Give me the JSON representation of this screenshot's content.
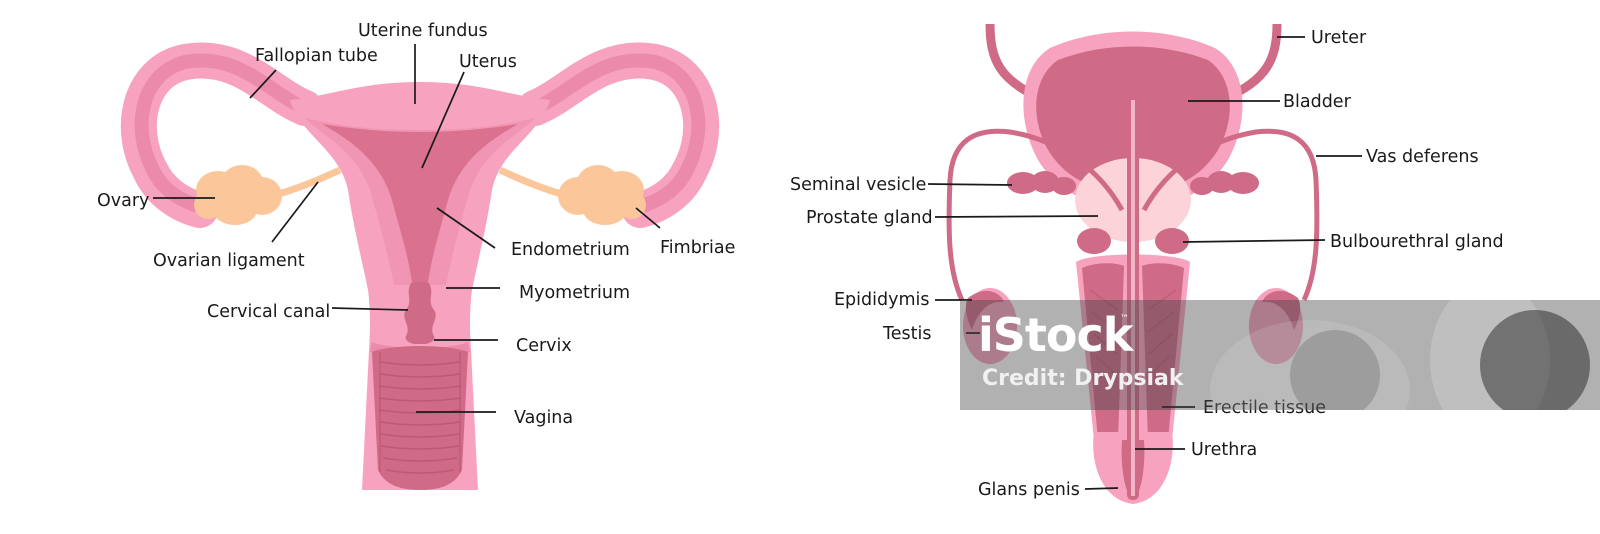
{
  "female": {
    "labels": {
      "uterine_fundus": "Uterine fundus",
      "fallopian_tube": "Fallopian tube",
      "uterus": "Uterus",
      "ovary": "Ovary",
      "ovarian_ligament": "Ovarian ligament",
      "endometrium": "Endometrium",
      "fimbriae": "Fimbriae",
      "myometrium": "Myometrium",
      "cervical_canal": "Cervical canal",
      "cervix": "Cervix",
      "vagina": "Vagina"
    }
  },
  "male": {
    "labels": {
      "ureter": "Ureter",
      "bladder": "Bladder",
      "vas_deferens": "Vas deferens",
      "seminal_vesicle": "Seminal vesicle",
      "prostate_gland": "Prostate gland",
      "bulbourethral_gland": "Bulbourethral gland",
      "epididymis": "Epididymis",
      "testis": "Testis",
      "erectile_tissue": "Erectile tissue",
      "urethra": "Urethra",
      "glans_penis": "Glans penis"
    }
  },
  "watermark": {
    "brand": "iStock",
    "trademark": "™",
    "credit": "Credit: Drypsiak"
  },
  "colors": {
    "light_pink": "#f7a3bf",
    "mid_pink": "#ec8aac",
    "deep_rose": "#cf6a87",
    "dark_rose": "#b85373",
    "ovary_peach": "#fbc79a",
    "pale_pink": "#fbd3d8"
  }
}
